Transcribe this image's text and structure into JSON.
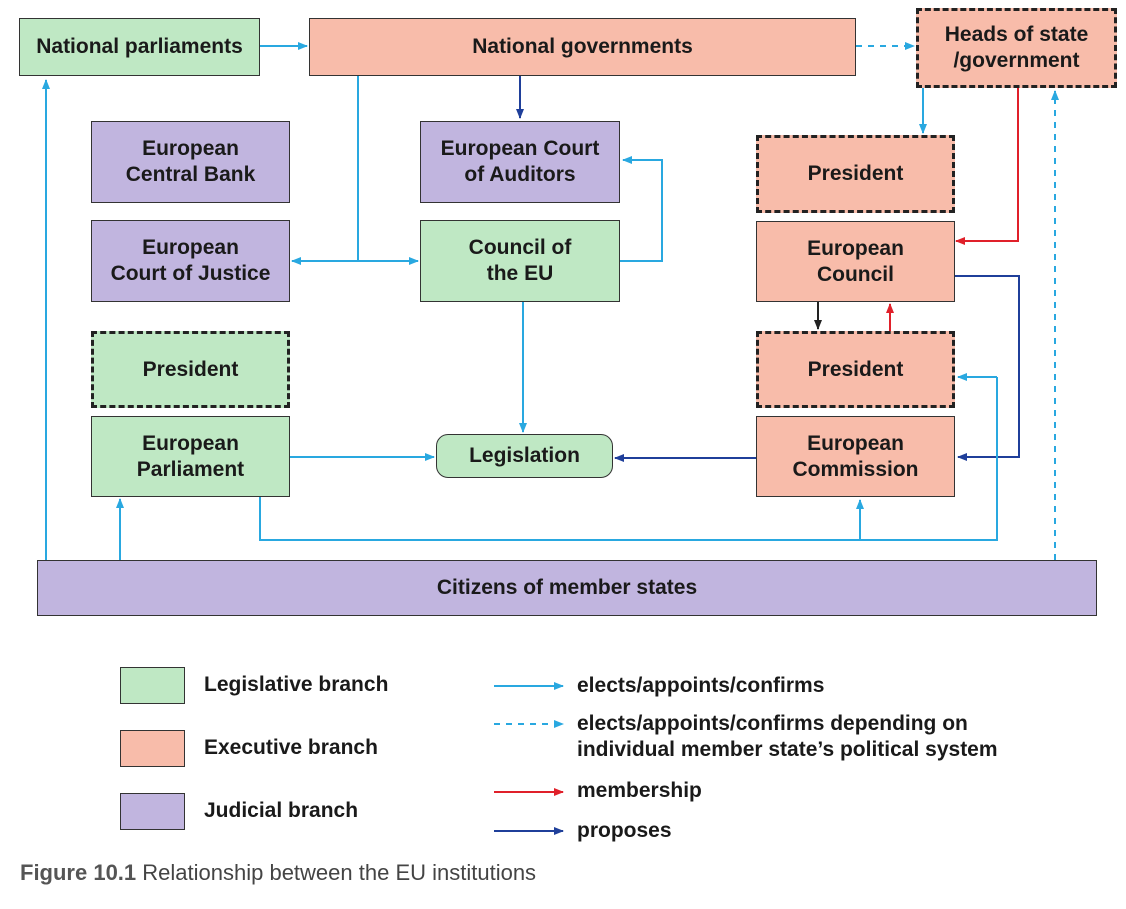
{
  "boxes": {
    "national_parliaments": "National parliaments",
    "national_governments": "National governments",
    "heads_of_state": "Heads of state\n/government",
    "european_central_bank": "European\nCentral Bank",
    "european_court_of_auditors": "European Court\nof Auditors",
    "president_council": "President",
    "european_court_of_justice": "European\nCourt of Justice",
    "council_of_eu": "Council of\nthe EU",
    "european_council": "European\nCouncil",
    "president_parliament": "President",
    "president_commission": "President",
    "european_parliament": "European\nParliament",
    "legislation": "Legislation",
    "european_commission": "European\nCommission",
    "citizens": "Citizens of member states"
  },
  "legend": {
    "legislative": "Legislative branch",
    "executive": "Executive branch",
    "judicial": "Judicial branch",
    "elects": "elects/appoints/confirms",
    "elects_depending": "elects/appoints/confirms depending on\nindividual member state’s political system",
    "membership": "membership",
    "proposes": "proposes"
  },
  "caption": {
    "number": "Figure 10.1",
    "text": " Relationship between the EU institutions"
  },
  "colors": {
    "legislative": "#bfe8c4",
    "executive": "#f8bcaa",
    "judicial": "#c1b5df",
    "elects_arrow": "#29a8e0",
    "membership_arrow": "#e0202a",
    "proposes_arrow": "#1f3f9a",
    "neutral_arrow": "#222222"
  }
}
